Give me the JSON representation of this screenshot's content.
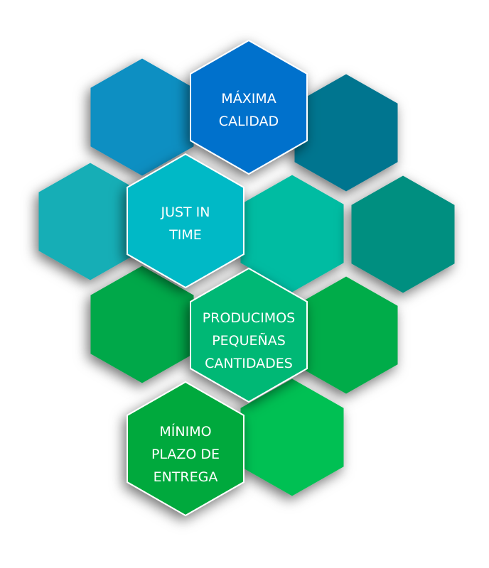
{
  "colors": {
    "bg": [
      "#0a8fc2",
      "#00758f",
      "#14aeb6",
      "#00bca2",
      "#008f80",
      "#00a84a",
      "#00ac48",
      "#00c052"
    ],
    "maxima": "#0571cc",
    "just_in_time": "#00b9c6",
    "producimos": "#00b874",
    "minimo": "#00a93c"
  },
  "labels": {
    "maxima": [
      "MÁXIMA",
      "CALIDAD"
    ],
    "just_in_time": [
      "JUST IN",
      "TIME"
    ],
    "producimos": [
      "PRODUCIMOS",
      "PEQUEÑAS",
      "CANTIDADES"
    ],
    "minimo": [
      "MÍNIMO",
      "PLAZO DE",
      "ENTREGA"
    ]
  }
}
